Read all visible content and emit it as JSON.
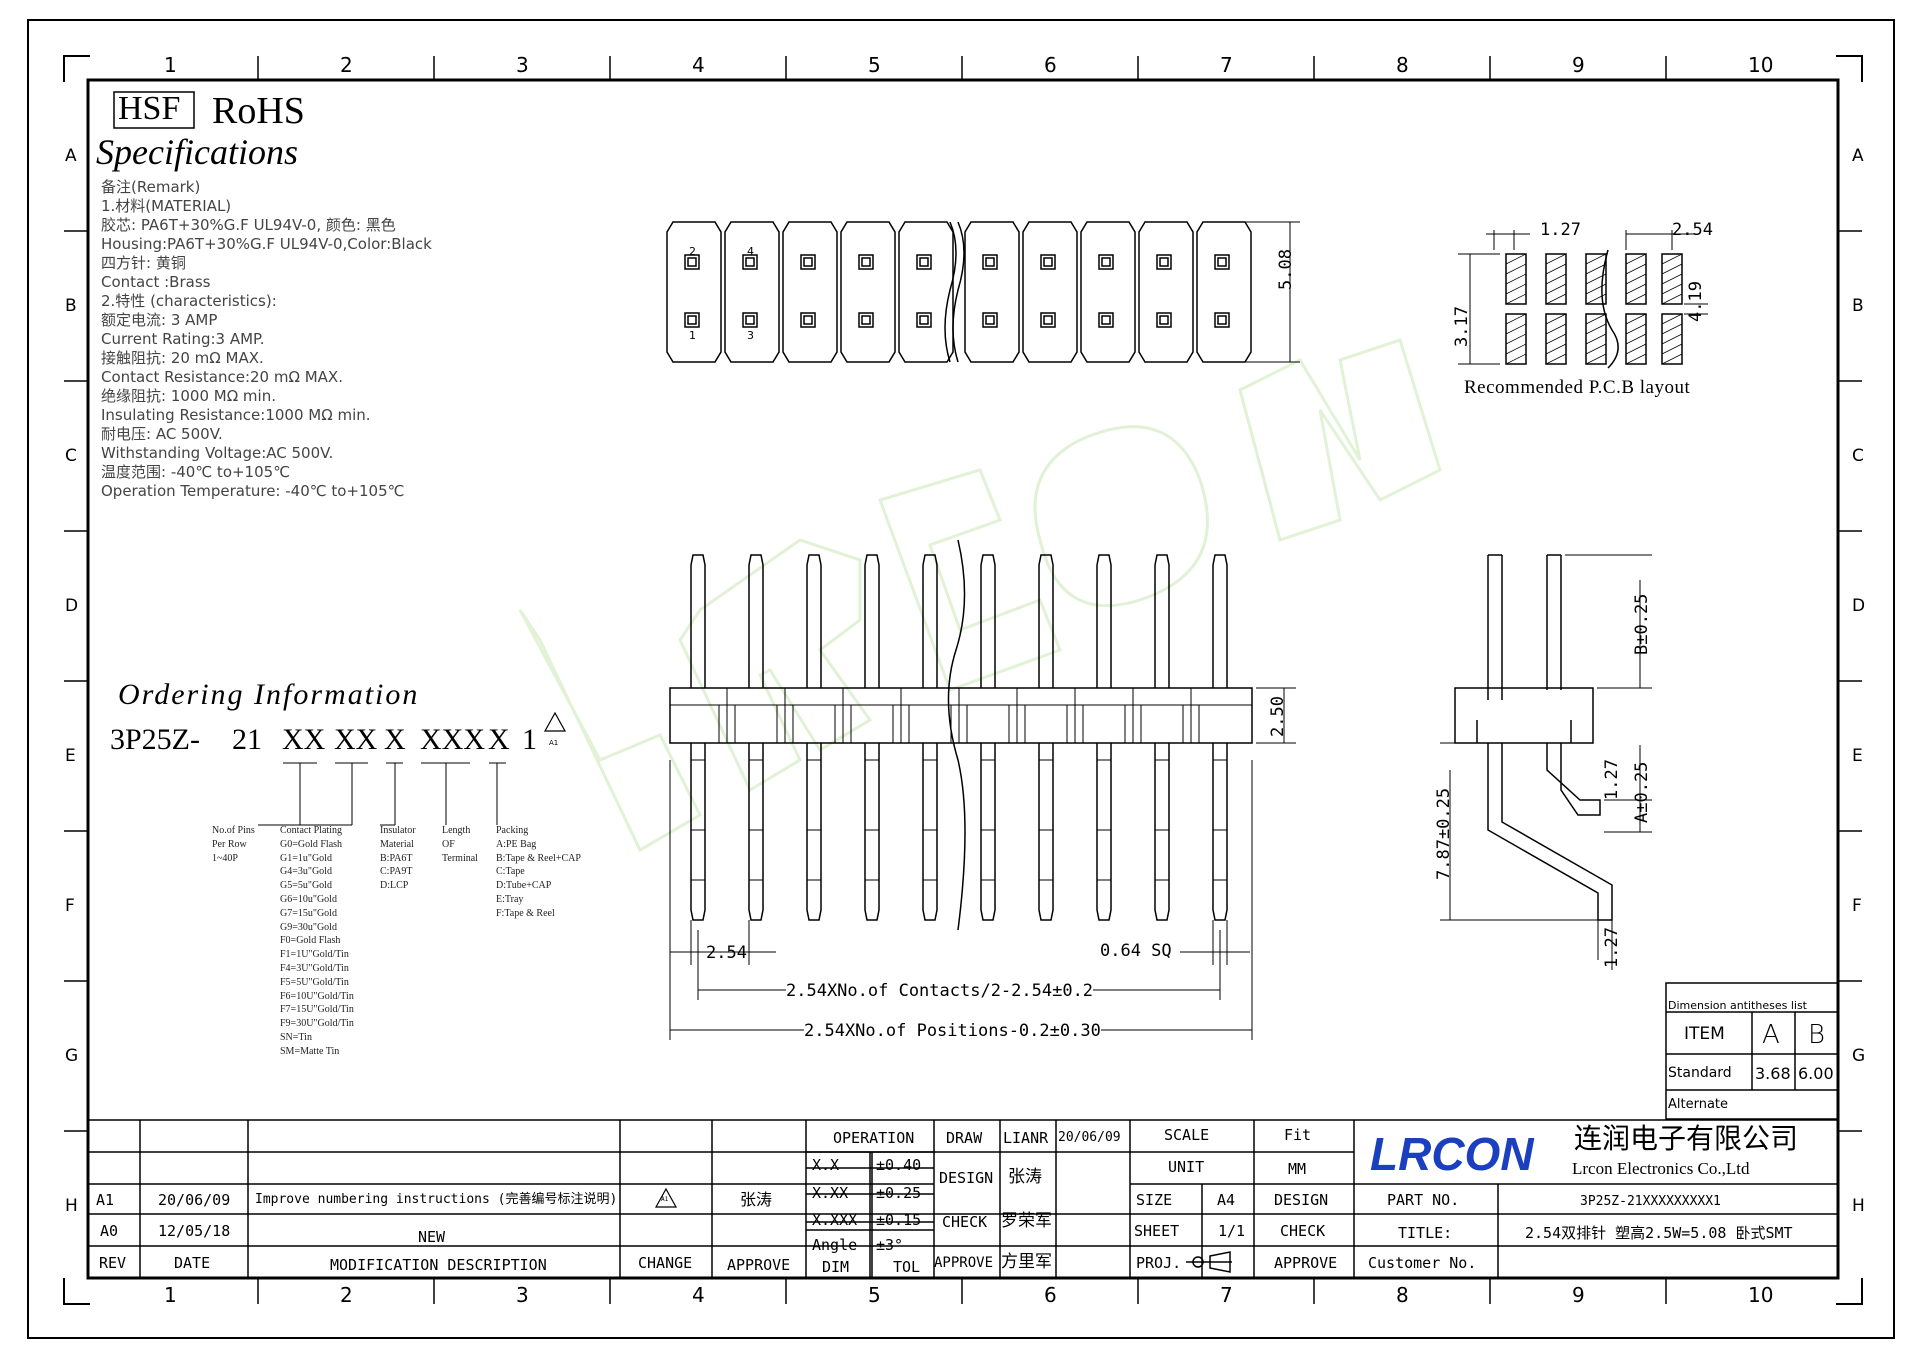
{
  "grid": {
    "columns": [
      "1",
      "2",
      "3",
      "4",
      "5",
      "6",
      "7",
      "8",
      "9",
      "10"
    ],
    "rows": [
      "A",
      "B",
      "C",
      "D",
      "E",
      "F",
      "G",
      "H"
    ]
  },
  "header": {
    "hsf": "HSF",
    "rohs": "RoHS",
    "specs_title": "Specifications"
  },
  "specs": [
    "备注(Remark)",
    "1.材料(MATERIAL)",
    "胶芯: PA6T+30%G.F UL94V-0, 颜色: 黑色",
    "Housing:PA6T+30%G.F UL94V-0,Color:Black",
    "四方针: 黄铜",
    "Contact :Brass",
    "2.特性 (characteristics):",
    "额定电流: 3 AMP",
    "Current Rating:3 AMP.",
    "接触阻抗: 20 mΩ MAX.",
    "Contact Resistance:20 mΩ MAX.",
    "绝缘阻抗: 1000 MΩ min.",
    "Insulating Resistance:1000 MΩ min.",
    "耐电压: AC 500V.",
    "Withstanding Voltage:AC 500V.",
    "温度范围: -40℃ to+105℃",
    "Operation Temperature: -40℃ to+105℃"
  ],
  "ordering": {
    "title": "Ordering Information",
    "code_parts": [
      "3P25Z-",
      "21",
      "XX",
      "XX",
      "X",
      "XXX",
      "X",
      "1"
    ],
    "revision_mark": "A1",
    "legend": [
      {
        "title": [
          "No.of Pins",
          "Per Row",
          "1~40P"
        ]
      },
      {
        "title": [
          "Contact Plating",
          "G0=Gold Flash",
          "G1=1u\"Gold",
          "G4=3u\"Gold",
          "G5=5u\"Gold",
          "G6=10u\"Gold",
          "G7=15u\"Gold",
          "G9=30u\"Gold",
          "F0=Gold Flash",
          "F1=1U\"Gold/Tin",
          "F4=3U\"Gold/Tin",
          "F5=5U\"Gold/Tin",
          "F6=10U\"Gold/Tin",
          "F7=15U\"Gold/Tin",
          "F9=30U\"Gold/Tin",
          "SN=Tin",
          "SM=Matte Tin"
        ]
      },
      {
        "title": [
          "Insulator",
          "Material",
          "B:PA6T",
          "C:PA9T",
          "D:LCP"
        ]
      },
      {
        "title": [
          "Length",
          "OF",
          "Terminal"
        ]
      },
      {
        "title": [
          "Packing",
          "A:PE Bag",
          "B:Tape & Reel+CAP",
          "C:Tape",
          "D:Tube+CAP",
          "E:Tray",
          "F:Tape & Reel"
        ]
      }
    ]
  },
  "top_view": {
    "dim_height": "5.08",
    "pin_labels": [
      "2",
      "4",
      "1",
      "3"
    ]
  },
  "pcb_layout": {
    "dim_pitch_small": "1.27",
    "dim_pitch": "2.54",
    "dim_pad_len": "3.17",
    "dim_row_gap": "4.19",
    "caption": "Recommended P.C.B layout"
  },
  "front_view": {
    "dim_2_50": "2.50",
    "dim_2_54": "2.54",
    "dim_sq": "0.64 SQ",
    "dim_contacts": "2.54XNo.of Contacts/2-2.54±0.2",
    "dim_positions": "2.54XNo.of Positions-0.2±0.30"
  },
  "side_view": {
    "dim_b": "B±0.25",
    "dim_1_27a": "1.27",
    "dim_a": "A±0.25",
    "dim_7_87": "7.87±0.25",
    "dim_1_27b": "1.27"
  },
  "dimension_table": {
    "title": "Dimension antitheses list",
    "header": [
      "ITEM",
      "A",
      "B"
    ],
    "rows": [
      [
        "Standard",
        "3.68",
        "6.00"
      ],
      [
        "Alternate",
        "",
        ""
      ]
    ]
  },
  "watermark": "LRCON",
  "title_block": {
    "revisions": [
      {
        "rev": "A1",
        "date": "20/06/09",
        "desc": "Improve numbering instructions (完善编号标注说明)",
        "change": "A1",
        "approve": "张涛"
      },
      {
        "rev": "A0",
        "date": "12/05/18",
        "desc": "NEW",
        "change": "",
        "approve": ""
      }
    ],
    "rev_headers": [
      "REV",
      "DATE",
      "MODIFICATION DESCRIPTION",
      "CHANGE",
      "APPROVE"
    ],
    "operation": "OPERATION",
    "tolerances": [
      [
        "X.X",
        "±0.40"
      ],
      [
        "X.XX",
        "±0.25"
      ],
      [
        "X.XXX",
        "±0.15"
      ],
      [
        "Angle",
        "±3°"
      ]
    ],
    "dim_tol": [
      "DIM",
      "TOL"
    ],
    "draw": "DRAW",
    "drawer": "LIANR",
    "draw_date": "20/06/09",
    "design": "DESIGN",
    "designer": "张涛",
    "check": "CHECK",
    "checker": "罗荣军",
    "approve": "APPROVE",
    "approver": "方里军",
    "scale": "SCALE",
    "scale_val": "Fit",
    "unit": "UNIT",
    "unit_val": "MM",
    "size": "SIZE",
    "size_val": "A4",
    "sheet": "SHEET",
    "sheet_val": "1/1",
    "proj": "PROJ.",
    "design2": "DESIGN",
    "check2": "CHECK",
    "approve2": "APPROVE",
    "logo": "LRCON",
    "company_cn": "连润电子有限公司",
    "company_en": "Lrcon Electronics Co.,Ltd",
    "part_no_label": "PART NO.",
    "part_no": "3P25Z-21XXXXXXXXX1",
    "title_label": "TITLE:",
    "title_val": "2.54双排针 塑高2.5W=5.08 卧式SMT",
    "customer_label": "Customer No."
  }
}
